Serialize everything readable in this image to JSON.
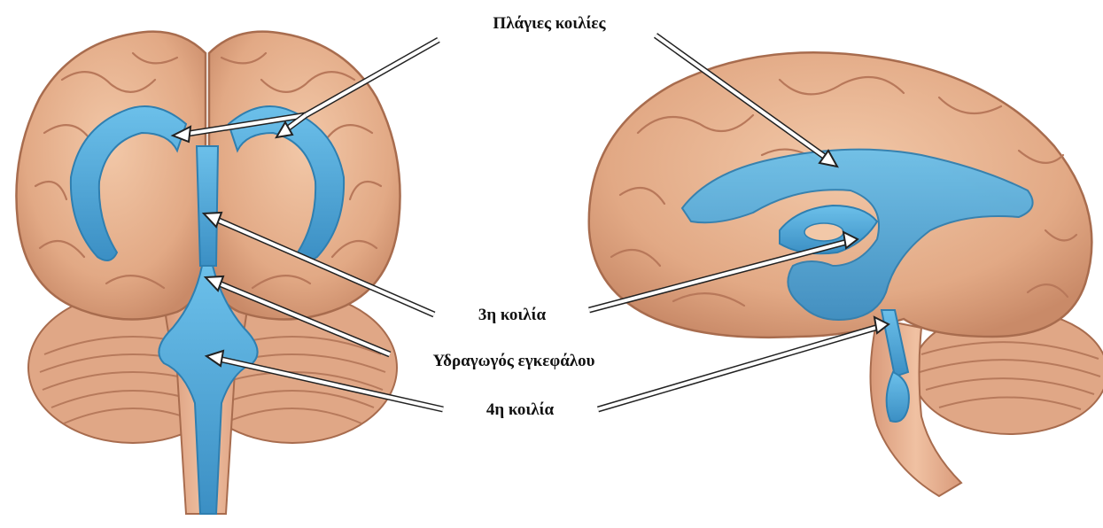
{
  "labels": {
    "lateral_ventricles": "Πλάγιες κοιλίες",
    "third_ventricle": "3η κοιλία",
    "cerebral_aqueduct": "Υδραγωγός εγκεφάλου",
    "fourth_ventricle": "4η κοιλία"
  },
  "colors": {
    "background": "#ffffff",
    "brain_tissue": "#e8b594",
    "brain_tissue_dark": "#c98a68",
    "brain_outline": "#a86c4e",
    "ventricle": "#4fa8d8",
    "ventricle_dark": "#2f7fb0",
    "arrow_fill": "#ffffff",
    "arrow_outline": "#222222",
    "text": "#111111"
  },
  "views": [
    "frontal-view",
    "sagittal-view"
  ]
}
